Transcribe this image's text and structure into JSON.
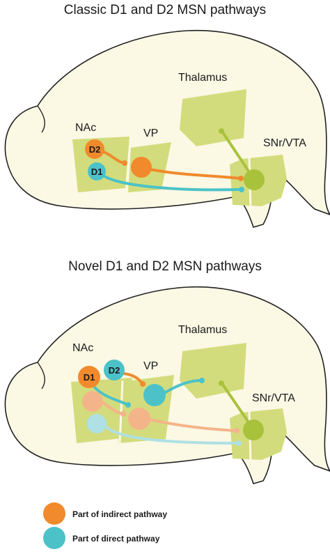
{
  "panels": [
    {
      "title": "Classic D1 and D2 MSN pathways",
      "regions": {
        "nac": "NAc",
        "vp": "VP",
        "thalamus": "Thalamus",
        "snr_vta": "SNr/VTA"
      },
      "cells": {
        "d2": "D2",
        "d1": "D1"
      }
    },
    {
      "title": "Novel D1 and D2 MSN pathways",
      "regions": {
        "nac": "NAc",
        "vp": "VP",
        "thalamus": "Thalamus",
        "snr_vta": "SNr/VTA"
      },
      "cells": {
        "d1": "D1",
        "d2": "D2"
      }
    }
  ],
  "legend": {
    "indirect": {
      "label": "Part of indirect pathway",
      "color": "#f08a2c"
    },
    "direct": {
      "label": "Part of direct pathway",
      "color": "#4cc2c8"
    }
  },
  "colors": {
    "brain_fill": "#fbf8e4",
    "region_fill": "#d3dc7c",
    "snr_node": "#a9c23c",
    "indirect": "#f08a2c",
    "direct": "#4cc2c8",
    "indirect_faded": "#f4b48a",
    "direct_faded": "#aee0e4"
  }
}
